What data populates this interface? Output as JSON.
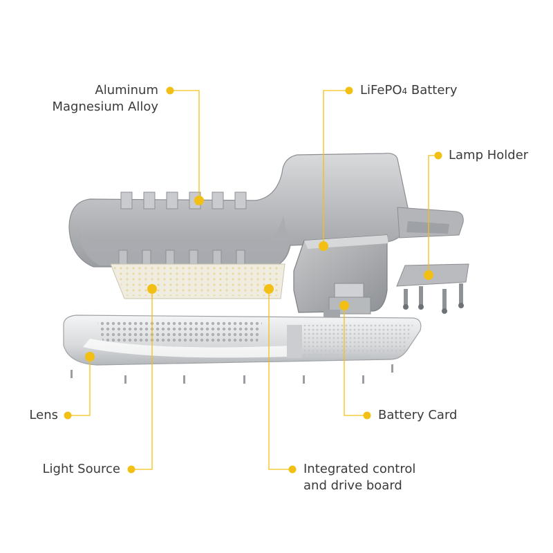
{
  "accent_color": "#f2c014",
  "callouts": {
    "alloy": {
      "line1": "Aluminum",
      "line2": "Magnesium Alloy"
    },
    "battery": {
      "prefix": "LiFePO",
      "sub": "4",
      "suffix": " Battery"
    },
    "holder": {
      "text": "Lamp Holder"
    },
    "lens": {
      "text": "Lens"
    },
    "card": {
      "text": "Battery Card"
    },
    "light": {
      "text": "Light Source"
    },
    "board": {
      "line1": "Integrated control",
      "line2": "and drive board"
    }
  }
}
